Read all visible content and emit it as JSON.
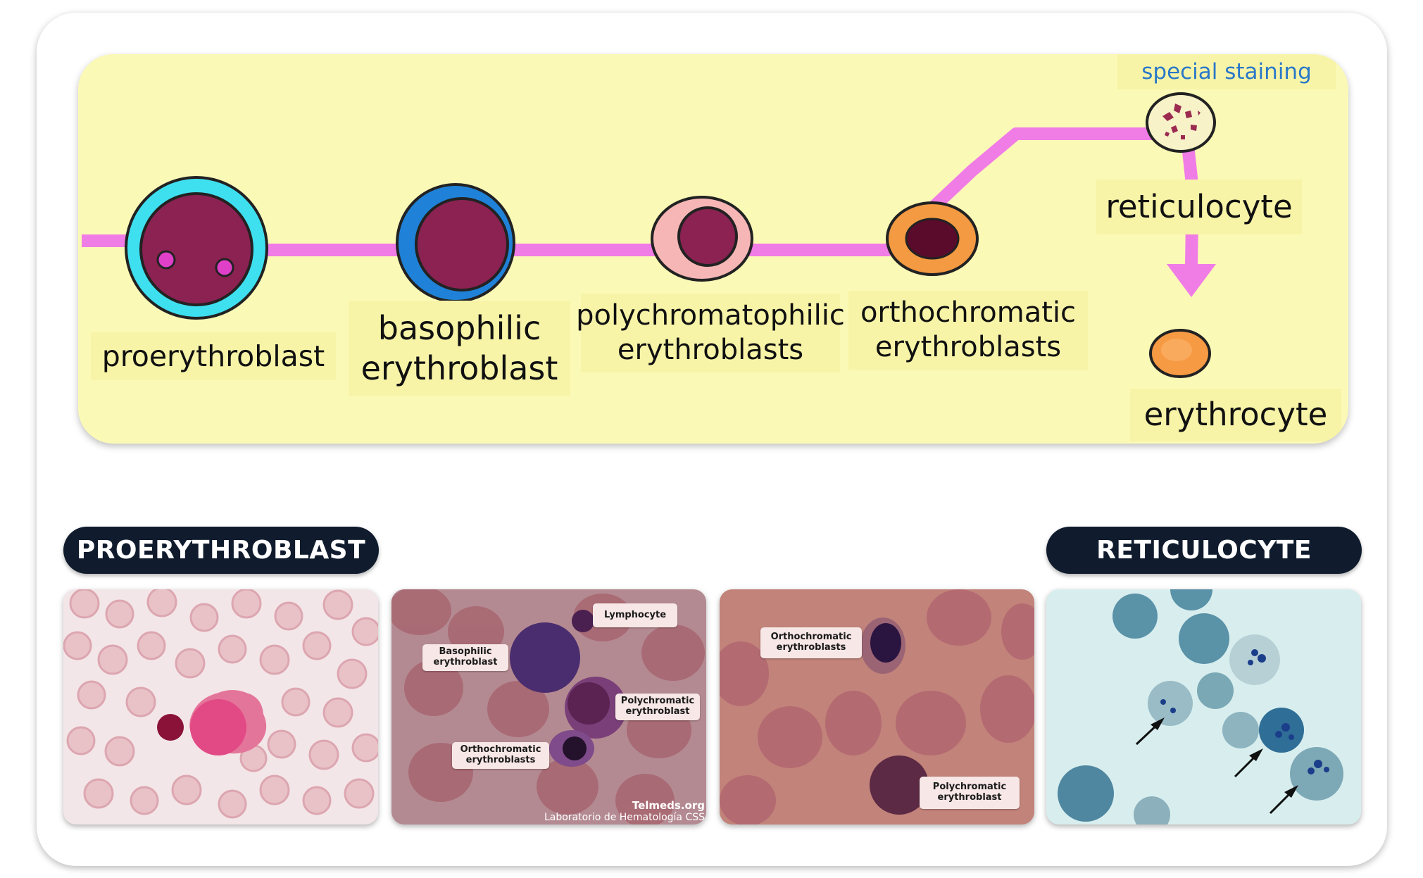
{
  "diagram": {
    "stages": {
      "proerythroblast": "proerythroblast",
      "basophilic": "basophilic erythroblast",
      "polychromatophilic": "polychromatophilic erythroblasts",
      "orthochromatic": "orthochromatic erythroblasts",
      "reticulocyte": "reticulocyte",
      "erythrocyte": "erythrocyte"
    },
    "special_staining": "special staining",
    "colors": {
      "background": "#fbf9b6",
      "path": "#f07ce6",
      "nucleus": "#8b2252",
      "cytoplasm_proerythroblast": "#3ee0f0",
      "cytoplasm_basophilic": "#1f82d8",
      "cytoplasm_polychromatophilic": "#f6b6b6",
      "cytoplasm_orthochromatic": "#f39a42",
      "erythrocyte": "#f79a44"
    }
  },
  "panels": {
    "left_title": "PROERYTHROBLAST",
    "right_title": "RETICULOCYTE"
  },
  "photos": {
    "photo2": {
      "lymphocyte": "Lymphocyte",
      "basophilic": "Basophilic erythroblast",
      "polychromatic": "Polychromatic erythroblast",
      "orthochromatic": "Orthochromatic erythroblasts",
      "watermark_site": "Telmeds.org",
      "watermark_lab": "Laboratorio de Hematología CSS"
    },
    "photo3": {
      "orthochromatic": "Orthochromatic erythroblasts",
      "polychromatic": "Polychromatic erythroblast"
    }
  }
}
